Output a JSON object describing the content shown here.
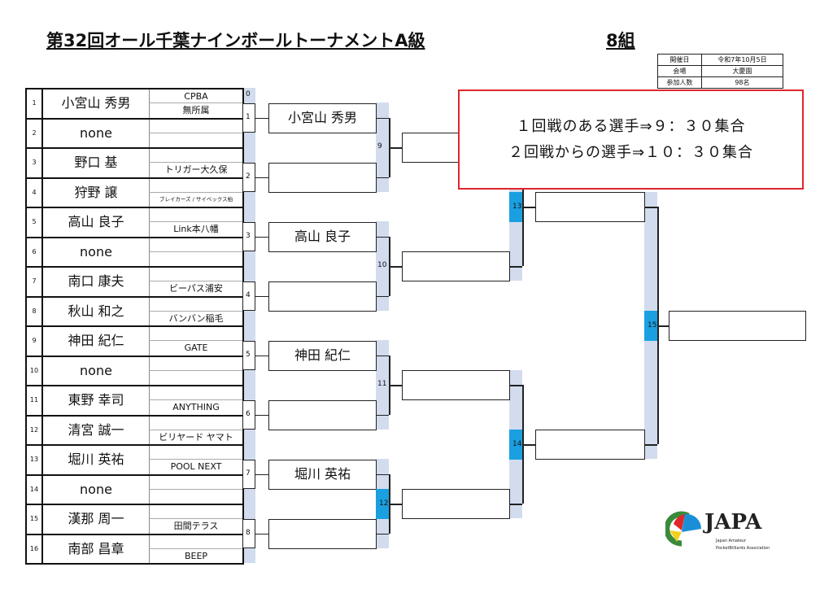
{
  "header": {
    "title": "第32回オール千葉ナインボールトーナメントA級",
    "group": "8組"
  },
  "info": [
    {
      "label": "開催日",
      "value": "令和7年10月5日"
    },
    {
      "label": "会場",
      "value": "大慶園"
    },
    {
      "label": "参加人数",
      "value": "98名"
    }
  ],
  "notice": {
    "line1": "１回戦のある選手⇒９：３０集合",
    "line2": "２回戦からの選手⇒１０：３０集合"
  },
  "zero_label": "0",
  "players": [
    {
      "no": "1",
      "name": "小宮山 秀男",
      "team_top": "CPBA",
      "team_bottom": "無所属"
    },
    {
      "no": "2",
      "name": "none",
      "team_top": "",
      "team_bottom": ""
    },
    {
      "no": "3",
      "name": "野口 基",
      "team_top": "",
      "team_bottom": "トリガー大久保"
    },
    {
      "no": "4",
      "name": "狩野 譲",
      "team_top": "",
      "team_bottom": "ブレイカーズ / サイベックス柏"
    },
    {
      "no": "5",
      "name": "高山 良子",
      "team_top": "",
      "team_bottom": "Link本八幡"
    },
    {
      "no": "6",
      "name": "none",
      "team_top": "",
      "team_bottom": ""
    },
    {
      "no": "7",
      "name": "南口 康夫",
      "team_top": "",
      "team_bottom": "ビーパス浦安"
    },
    {
      "no": "8",
      "name": "秋山 和之",
      "team_top": "",
      "team_bottom": "バンバン稲毛"
    },
    {
      "no": "9",
      "name": "神田 紀仁",
      "team_top": "",
      "team_bottom": "GATE"
    },
    {
      "no": "10",
      "name": "none",
      "team_top": "",
      "team_bottom": ""
    },
    {
      "no": "11",
      "name": "東野 幸司",
      "team_top": "",
      "team_bottom": "ANYTHING"
    },
    {
      "no": "12",
      "name": "清宮 誠一",
      "team_top": "",
      "team_bottom": "ビリヤード ヤマト"
    },
    {
      "no": "13",
      "name": "堀川 英祐",
      "team_top": "",
      "team_bottom": "POOL NEXT"
    },
    {
      "no": "14",
      "name": "none",
      "team_top": "",
      "team_bottom": ""
    },
    {
      "no": "15",
      "name": "漢那 周一",
      "team_top": "",
      "team_bottom": "田間テラス"
    },
    {
      "no": "16",
      "name": "南部 昌章",
      "team_top": "",
      "team_bottom": "BEEP"
    }
  ],
  "round2": [
    {
      "match": "1",
      "winner": "小宮山 秀男"
    },
    {
      "match": "2",
      "winner": ""
    },
    {
      "match": "3",
      "winner": "高山 良子"
    },
    {
      "match": "4",
      "winner": ""
    },
    {
      "match": "5",
      "winner": "神田 紀仁"
    },
    {
      "match": "6",
      "winner": ""
    },
    {
      "match": "7",
      "winner": "堀川 英祐"
    },
    {
      "match": "8",
      "winner": ""
    }
  ],
  "round3": [
    {
      "match": "9",
      "winner": ""
    },
    {
      "match": "10",
      "winner": ""
    },
    {
      "match": "11",
      "winner": ""
    },
    {
      "match": "12",
      "winner": ""
    }
  ],
  "round4": [
    {
      "match": "13",
      "winner": ""
    },
    {
      "match": "14",
      "winner": ""
    }
  ],
  "final": {
    "match": "15",
    "winner": ""
  },
  "colors": {
    "highlight": "#1aa0e0",
    "strip": "#d3dcee",
    "notice_border": "#e0262b"
  },
  "logo": {
    "text": "JAPA",
    "sub1": "Japan Amateur",
    "sub2": "PocketBilliards Association"
  }
}
